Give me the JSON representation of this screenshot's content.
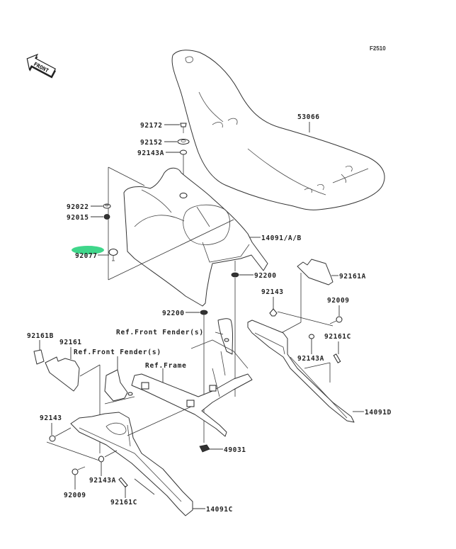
{
  "diagram": {
    "figure_code": "F2510",
    "front_arrow_text": "FRONT",
    "highlight_color": "#3fd68a",
    "highlighted_part": "92077",
    "labels": {
      "p53066": "53066",
      "p92172": "92172",
      "p92152": "92152",
      "p92143A_top": "92143A",
      "p92022": "92022",
      "p92015": "92015",
      "p92077": "92077",
      "p14091AB": "14091/A/B",
      "p92200_upper": "92200",
      "p92161A": "92161A",
      "p92143_right": "92143",
      "p92009_right": "92009",
      "p92200_lower": "92200",
      "ref_front_fender_right": "Ref.Front Fender(s)",
      "p92161C_right": "92161C",
      "p92143A_right": "92143A",
      "p92161B": "92161B",
      "p92161": "92161",
      "ref_front_fender_left": "Ref.Front Fender(s)",
      "ref_frame": "Ref.Frame",
      "p14091D": "14091D",
      "p92143_left": "92143",
      "p49031": "49031",
      "p92143A_left": "92143A",
      "p92009_left": "92009",
      "p92161C_left": "92161C",
      "p14091C": "14091C"
    }
  }
}
